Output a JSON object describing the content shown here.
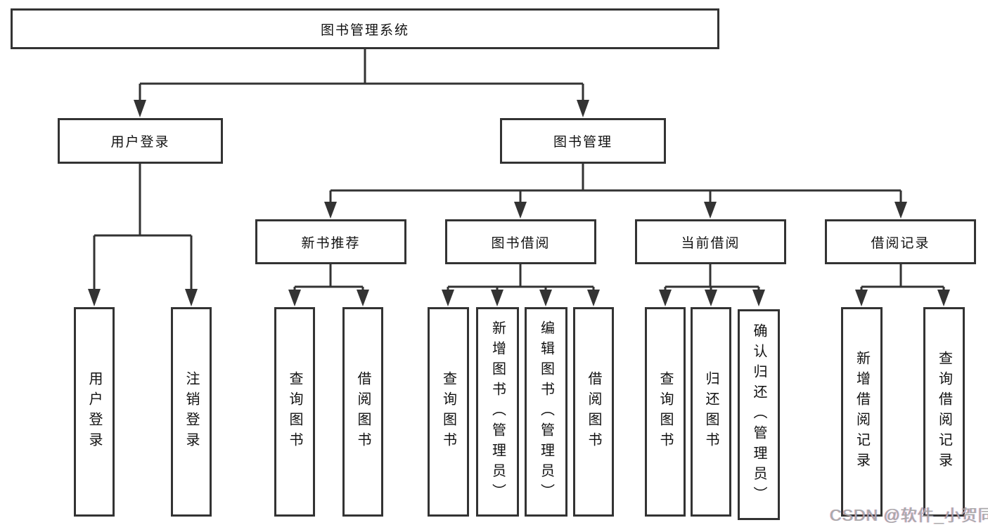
{
  "diagram": {
    "type": "hierarchy-tree",
    "colors": {
      "line": "#333333",
      "box_border": "#333333",
      "box_fill": "#ffffff",
      "text": "#111111",
      "watermark": "#a9a9a9",
      "background": "#ffffff"
    },
    "tree": {
      "root": "图书管理系统",
      "branches": [
        {
          "label": "用户登录",
          "children": [
            "用户登录",
            "注销登录"
          ]
        },
        {
          "label": "图书管理",
          "children": [
            {
              "label": "新书推荐",
              "children": [
                "查询图书",
                "借阅图书"
              ]
            },
            {
              "label": "图书借阅",
              "children": [
                "查询图书",
                "新增图书（管理员）",
                "编辑图书（管理员）",
                "借阅图书"
              ]
            },
            {
              "label": "当前借阅",
              "children": [
                "查询图书",
                "归还图书",
                "确认归还（管理员）"
              ]
            },
            {
              "label": "借阅记录",
              "children": [
                "新增借阅记录",
                "查询借阅记录"
              ]
            }
          ]
        }
      ]
    },
    "watermark": {
      "text": "CSDN @软件_小贺同学"
    }
  }
}
